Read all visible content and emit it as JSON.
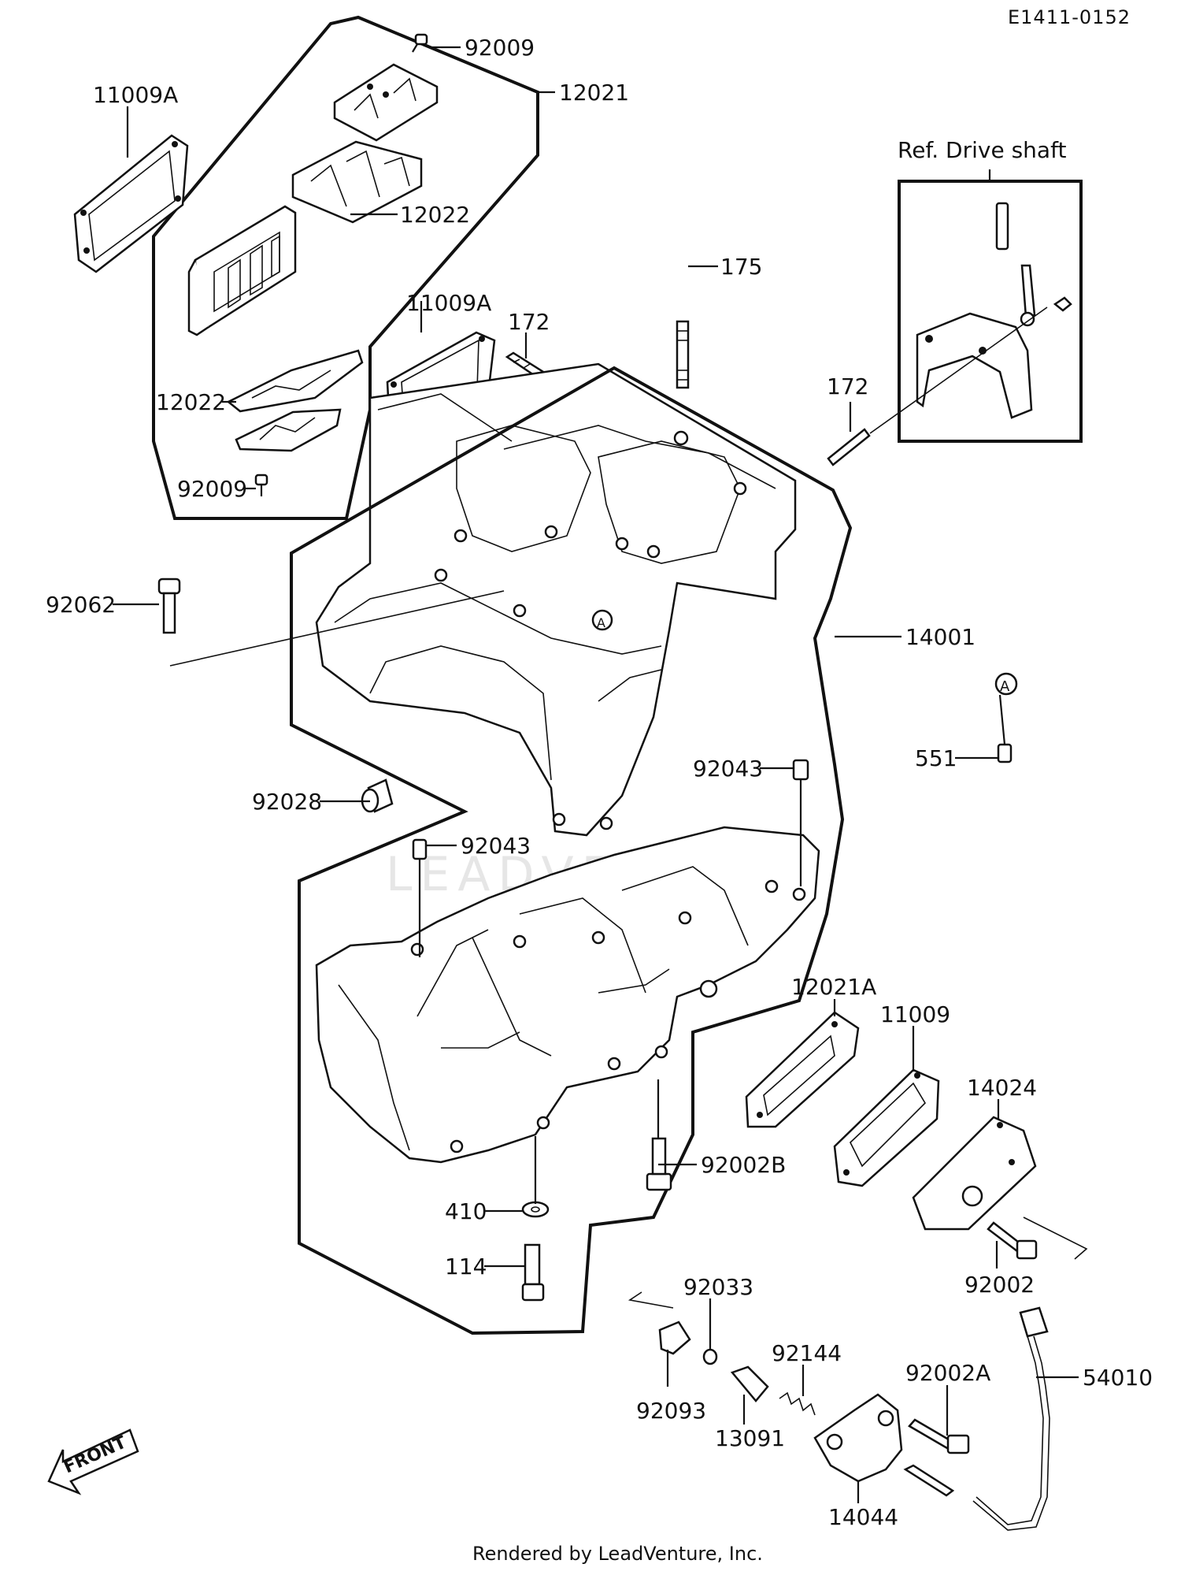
{
  "diagram_code": "E1411-0152",
  "ref_label": "Ref. Drive shaft",
  "front_label": "FRONT",
  "callout_A": "A",
  "watermark": "LEADVENTURE",
  "footer": "Rendered by LeadVenture, Inc.",
  "parts": [
    {
      "id": "p-92009-top",
      "label": "92009"
    },
    {
      "id": "p-12021",
      "label": "12021"
    },
    {
      "id": "p-11009A-left",
      "label": "11009A"
    },
    {
      "id": "p-12022-top",
      "label": "12022"
    },
    {
      "id": "p-11009A-mid",
      "label": "11009A"
    },
    {
      "id": "p-172-left",
      "label": "172"
    },
    {
      "id": "p-175",
      "label": "175"
    },
    {
      "id": "p-172-right",
      "label": "172"
    },
    {
      "id": "p-12022-bottom",
      "label": "12022"
    },
    {
      "id": "p-92009-bottom",
      "label": "92009"
    },
    {
      "id": "p-92062",
      "label": "92062"
    },
    {
      "id": "p-14001",
      "label": "14001"
    },
    {
      "id": "p-551",
      "label": "551"
    },
    {
      "id": "p-92043-right",
      "label": "92043"
    },
    {
      "id": "p-92028",
      "label": "92028"
    },
    {
      "id": "p-92043-left",
      "label": "92043"
    },
    {
      "id": "p-12021A",
      "label": "12021A"
    },
    {
      "id": "p-11009",
      "label": "11009"
    },
    {
      "id": "p-14024",
      "label": "14024"
    },
    {
      "id": "p-92002B",
      "label": "92002B"
    },
    {
      "id": "p-410",
      "label": "410"
    },
    {
      "id": "p-114",
      "label": "114"
    },
    {
      "id": "p-92002",
      "label": "92002"
    },
    {
      "id": "p-92033",
      "label": "92033"
    },
    {
      "id": "p-92144",
      "label": "92144"
    },
    {
      "id": "p-92002A",
      "label": "92002A"
    },
    {
      "id": "p-54010",
      "label": "54010"
    },
    {
      "id": "p-92093",
      "label": "92093"
    },
    {
      "id": "p-13091",
      "label": "13091"
    },
    {
      "id": "p-14044",
      "label": "14044"
    }
  ]
}
